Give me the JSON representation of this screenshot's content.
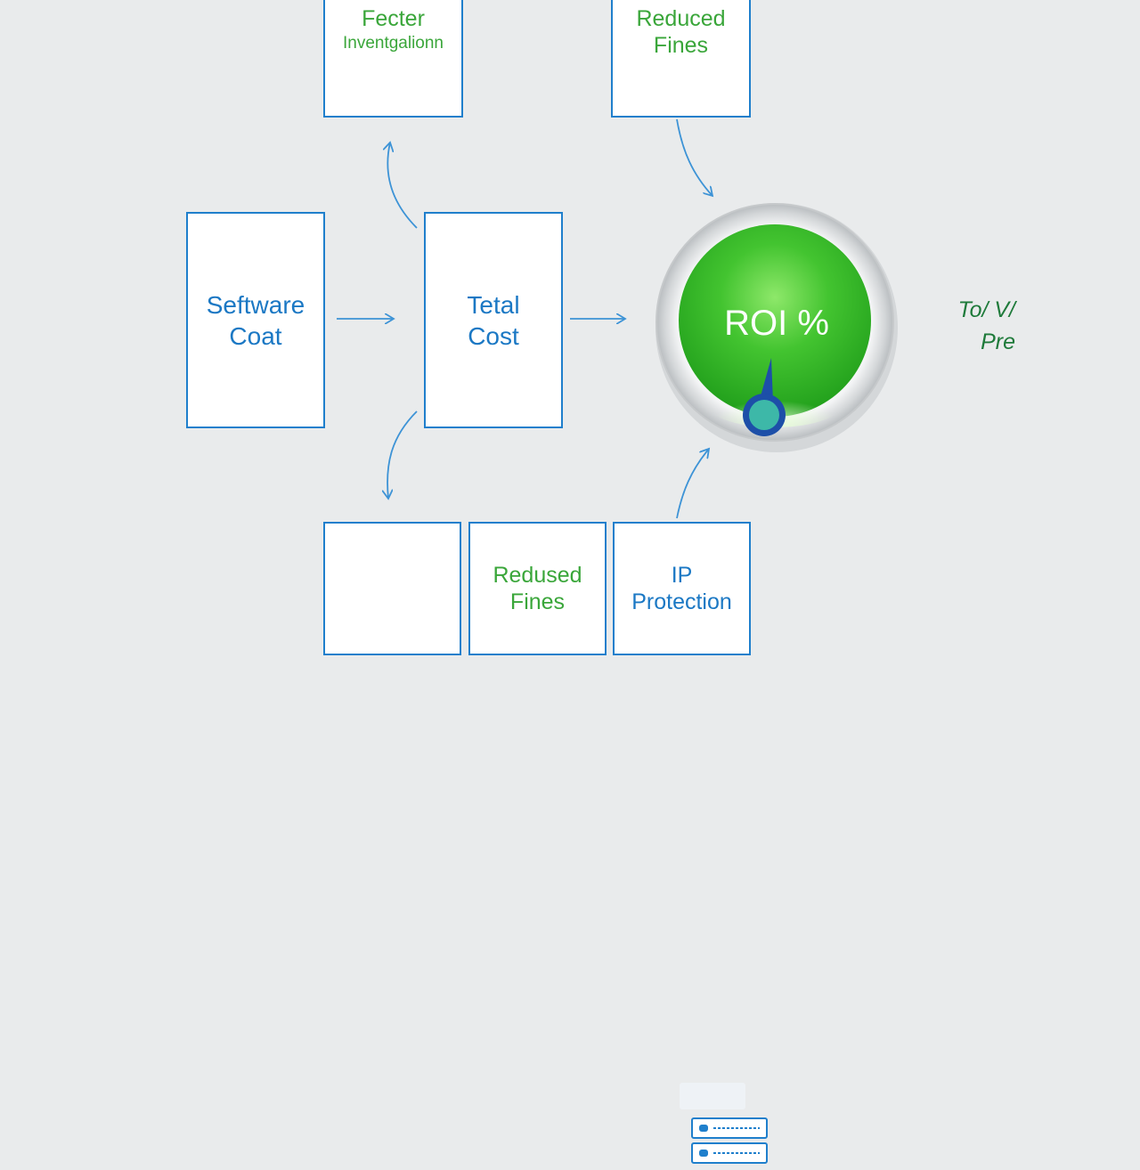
{
  "boxes": {
    "faster_investigation": {
      "line1": "Fecter",
      "line2": "Inventgalionn"
    },
    "reduced_fines_top": {
      "line1": "Reduced",
      "line2": "Fines"
    },
    "software_cost": {
      "line1": "Seftware",
      "line2": "Coat"
    },
    "total_cost": {
      "line1": "Tetal",
      "line2": "Cost"
    },
    "reduced_fines_bottom": {
      "line1": "Redused",
      "line2": "Fines"
    },
    "ip_protection": {
      "line1": "IP",
      "line2": "Protection"
    }
  },
  "gauge": {
    "label": "ROI %"
  },
  "side_note": {
    "line1": "To/ V/",
    "line2": "Pre"
  },
  "icons": {
    "server": "server-rack-icon"
  },
  "colors": {
    "box_border": "#1f7fcc",
    "blue_text": "#1b78c4",
    "green_text": "#3aa63a",
    "gauge_green": "#3fc23f",
    "arrow": "#3d93d6",
    "background": "#e9ebec"
  }
}
